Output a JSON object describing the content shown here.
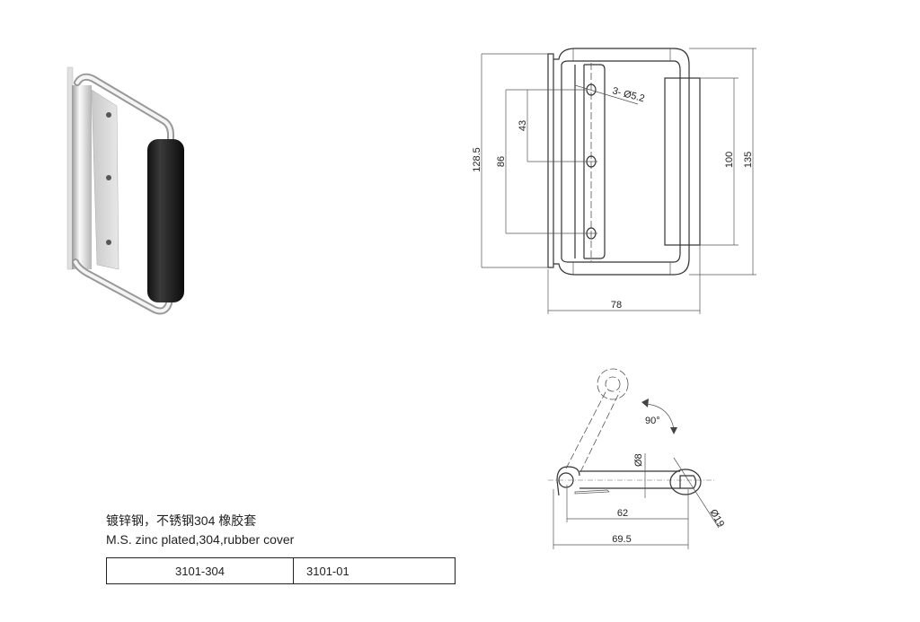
{
  "front_view": {
    "hole_callout": "3- Ø5.2",
    "dim_overall_plate": "128.5",
    "dim_hole_outer": "86",
    "dim_hole_pitch": "43",
    "dim_grip": "100",
    "dim_overall_height": "135",
    "dim_width": "78"
  },
  "side_view": {
    "rotation": "90°",
    "dim_wire": "Ø8",
    "dim_grip_dia": "Ø19",
    "dim_center": "62",
    "dim_overall": "69.5"
  },
  "material": {
    "chinese": "镀锌钢，不锈钢304 橡胶套",
    "english": "M.S. zinc plated,304,rubber cover"
  },
  "models": [
    "3101-304",
    "3101-01"
  ],
  "colors": {
    "line": "#333333",
    "rubber": "#1a1a1a",
    "metal": "#d8d8d8"
  }
}
